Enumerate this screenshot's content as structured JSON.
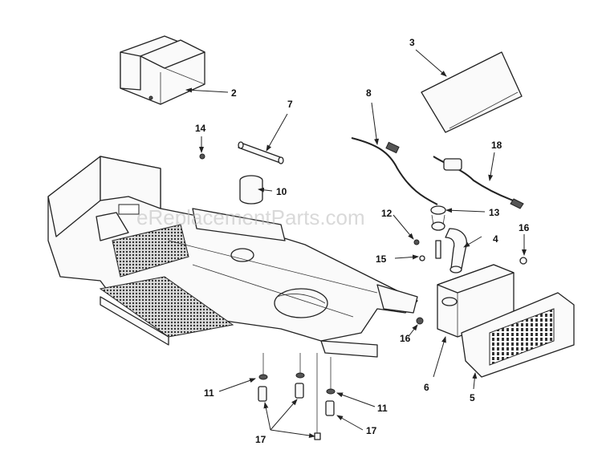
{
  "watermark": "eReplacementParts.com",
  "callouts": {
    "c2": "2",
    "c3": "3",
    "c4": "4",
    "c5": "5",
    "c6": "6",
    "c7": "7",
    "c8": "8",
    "c10": "10",
    "c11a": "11",
    "c11b": "11",
    "c12": "12",
    "c13": "13",
    "c14": "14",
    "c15": "15",
    "c16a": "16",
    "c16b": "16",
    "c17a": "17",
    "c17b": "17",
    "c18": "18"
  }
}
